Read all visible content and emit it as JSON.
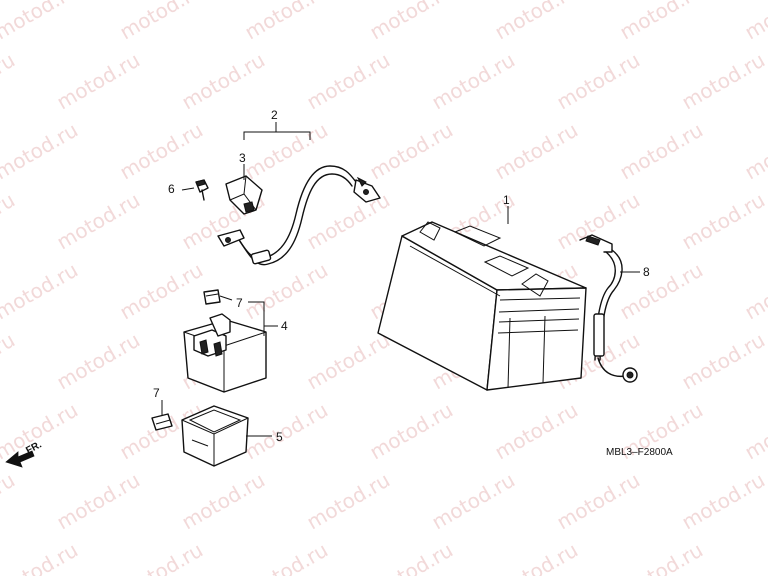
{
  "watermark": {
    "text": "motod.ru"
  },
  "diagram": {
    "callouts": [
      {
        "id": "1",
        "label": "1",
        "part": "battery"
      },
      {
        "id": "2",
        "label": "2",
        "part": "negative-cable-assembly"
      },
      {
        "id": "3",
        "label": "3",
        "part": "terminal-cover"
      },
      {
        "id": "4",
        "label": "4",
        "part": "starter-relay"
      },
      {
        "id": "5",
        "label": "5",
        "part": "relay-cover"
      },
      {
        "id": "6",
        "label": "6",
        "part": "terminal-bolt"
      },
      {
        "id": "7a",
        "label": "7",
        "part": "fuse"
      },
      {
        "id": "7b",
        "label": "7",
        "part": "fuse"
      },
      {
        "id": "8",
        "label": "8",
        "part": "positive-cable"
      }
    ],
    "front_indicator": "FR.",
    "figure_code": "MBL3–F2800A"
  }
}
